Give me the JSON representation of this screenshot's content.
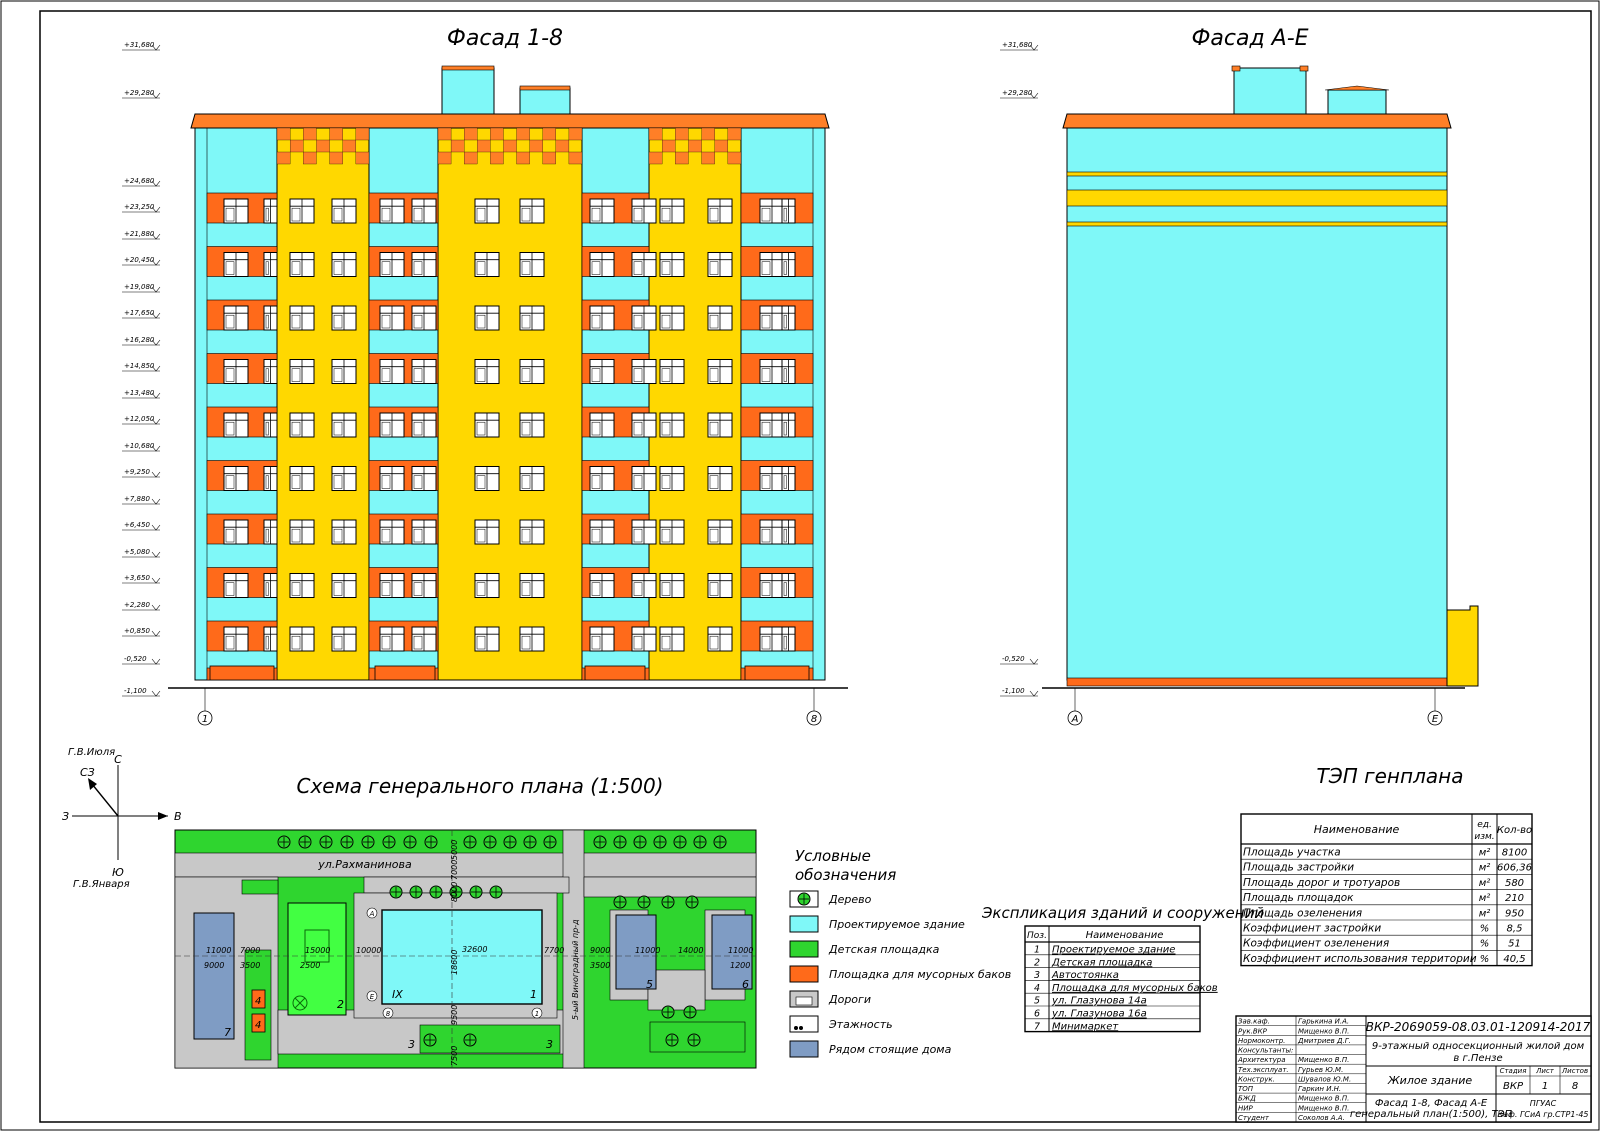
{
  "colors": {
    "cyan": "#7ff8f8",
    "yellow": "#ffd800",
    "orange": "#ff6a1a",
    "roof": "#ff7f27",
    "green": "#2fd52f",
    "green_dark": "#0a9a0a",
    "road": "#c8c8c8",
    "blue_grey": "#7f9cc4",
    "playground": "#42ff42"
  },
  "facade_18": {
    "title": "Фасад 1-8",
    "axis_left": "1",
    "axis_right": "8",
    "levels": [
      "+31,680",
      "+29,280",
      "+24,680",
      "+23,250",
      "+21,880",
      "+20,450",
      "+19,080",
      "+17,650",
      "+16,280",
      "+14,850",
      "+13,480",
      "+12,050",
      "+10,680",
      "+9,250",
      "+7,880",
      "+6,450",
      "+5,080",
      "+3,650",
      "+2,280",
      "+0,850",
      "-0,520",
      "-1,100"
    ]
  },
  "facade_ae": {
    "title": "Фасад А-Е",
    "axis_left": "А",
    "axis_right": "Е",
    "levels": [
      "+31,680",
      "+29,280",
      "-0,520",
      "-1,100"
    ]
  },
  "compass": {
    "north": "С",
    "south": "Ю",
    "east": "В",
    "west": "З",
    "northwest": "СЗ",
    "wind_july": "Г.В.Июля",
    "wind_january": "Г.В.Января"
  },
  "site_plan": {
    "title": "Схема генерального плана (1:500)",
    "street": "ул.Рахманинова",
    "street_side": "5-ый Виноградный пр-д",
    "dims": {
      "d5000": "5000",
      "d7000": "7000",
      "d8000": "8000",
      "d32600": "32600",
      "d18600": "18600",
      "d10000": "10000",
      "d7700": "7700",
      "d9000": "9000",
      "d3500": "3500",
      "d11000": "11000",
      "d14000": "14000",
      "d1200": "1200",
      "d15000": "15000",
      "d2500": "2500",
      "d9500": "9500",
      "d7500": "7500"
    },
    "marks": {
      "ix": "IX",
      "one": "1",
      "two": "2",
      "three": "3",
      "four": "4",
      "five": "5",
      "six": "6",
      "seven": "7",
      "axis_a": "А",
      "axis_e": "Е",
      "axis_8": "8",
      "axis_1": "1"
    }
  },
  "legend": {
    "title_line1": "Условные",
    "title_line2": "обозначения",
    "items": [
      {
        "label": "Дерево"
      },
      {
        "label": "Проектируемое здание"
      },
      {
        "label": "Детская площадка"
      },
      {
        "label": "Площадка для мусорных баков"
      },
      {
        "label": "Дороги"
      },
      {
        "label": "Этажность"
      },
      {
        "label": "Рядом стоящие дома"
      }
    ]
  },
  "tep": {
    "title": "ТЭП генплана",
    "headers": {
      "name": "Наименование",
      "unit_1": "ед.",
      "unit_2": "изм.",
      "qty": "Кол-во"
    },
    "rows": [
      {
        "name": "Площадь участка",
        "unit": "м²",
        "value": "8100"
      },
      {
        "name": "Площадь застройки",
        "unit": "м²",
        "value": "606,36"
      },
      {
        "name": "Площадь дорог и тротуаров",
        "unit": "м²",
        "value": "580"
      },
      {
        "name": "Площадь площадок",
        "unit": "м²",
        "value": "210"
      },
      {
        "name": "Площадь озеленения",
        "unit": "м²",
        "value": "950"
      },
      {
        "name": "Коэффициент застройки",
        "unit": "%",
        "value": "8,5"
      },
      {
        "name": "Коэффициент озеленения",
        "unit": "%",
        "value": "51"
      },
      {
        "name": "Коэффициент использования территории",
        "unit": "%",
        "value": "40,5"
      }
    ]
  },
  "explication": {
    "title": "Экспликация зданий и сооружений",
    "headers": {
      "pos": "Поз.",
      "name": "Наименование"
    },
    "rows": [
      {
        "pos": "1",
        "name": "Проектируемое здание"
      },
      {
        "pos": "2",
        "name": "Детская площадка"
      },
      {
        "pos": "3",
        "name": "Автостоянка"
      },
      {
        "pos": "4",
        "name": "Площадка для мусорных баков"
      },
      {
        "pos": "5",
        "name": "ул. Глазунова 14а"
      },
      {
        "pos": "6",
        "name": "ул. Глазунова 16а"
      },
      {
        "pos": "7",
        "name": "Минимаркет"
      }
    ]
  },
  "title_block": {
    "doc_code": "ВКР-2069059-08.03.01-120914-2017",
    "project_line1": "9-этажный односекционный жилой дом",
    "project_line2": "в г.Пензе",
    "object": "Жилое здание",
    "sheet_desc_line1": "Фасад 1-8, Фасад А-Е",
    "sheet_desc_line2": "генеральный план(1:500), ТЭП",
    "org_line1": "ПГУАС",
    "org_line2": "Каф. ГСиА гр.СТР1-45",
    "stage_label": "Стадия",
    "sheet_label": "Лист",
    "sheets_label": "Листов",
    "stage": "ВКР",
    "sheet": "1",
    "sheets": "8",
    "roles": [
      {
        "role": "Зав.каф.",
        "name": "Гарькина И.А."
      },
      {
        "role": "Рук.ВКР",
        "name": "Мищенко В.П."
      },
      {
        "role": "Нормоконтр.",
        "name": "Дмитриев Д.Г."
      },
      {
        "role": "Консультанты:",
        "name": ""
      },
      {
        "role": "Архитектура",
        "name": "Мищенко В.П."
      },
      {
        "role": "Тех.эксплуат.",
        "name": "Гурьев Ю.М."
      },
      {
        "role": "Конструк.",
        "name": "Шувалов Ю.М."
      },
      {
        "role": "ТОП",
        "name": "Гаркин И.Н."
      },
      {
        "role": "БЖД",
        "name": "Мищенко В.П."
      },
      {
        "role": "НИР",
        "name": "Мищенко В.П."
      },
      {
        "role": "Студент",
        "name": "Соколов А.А."
      }
    ]
  }
}
